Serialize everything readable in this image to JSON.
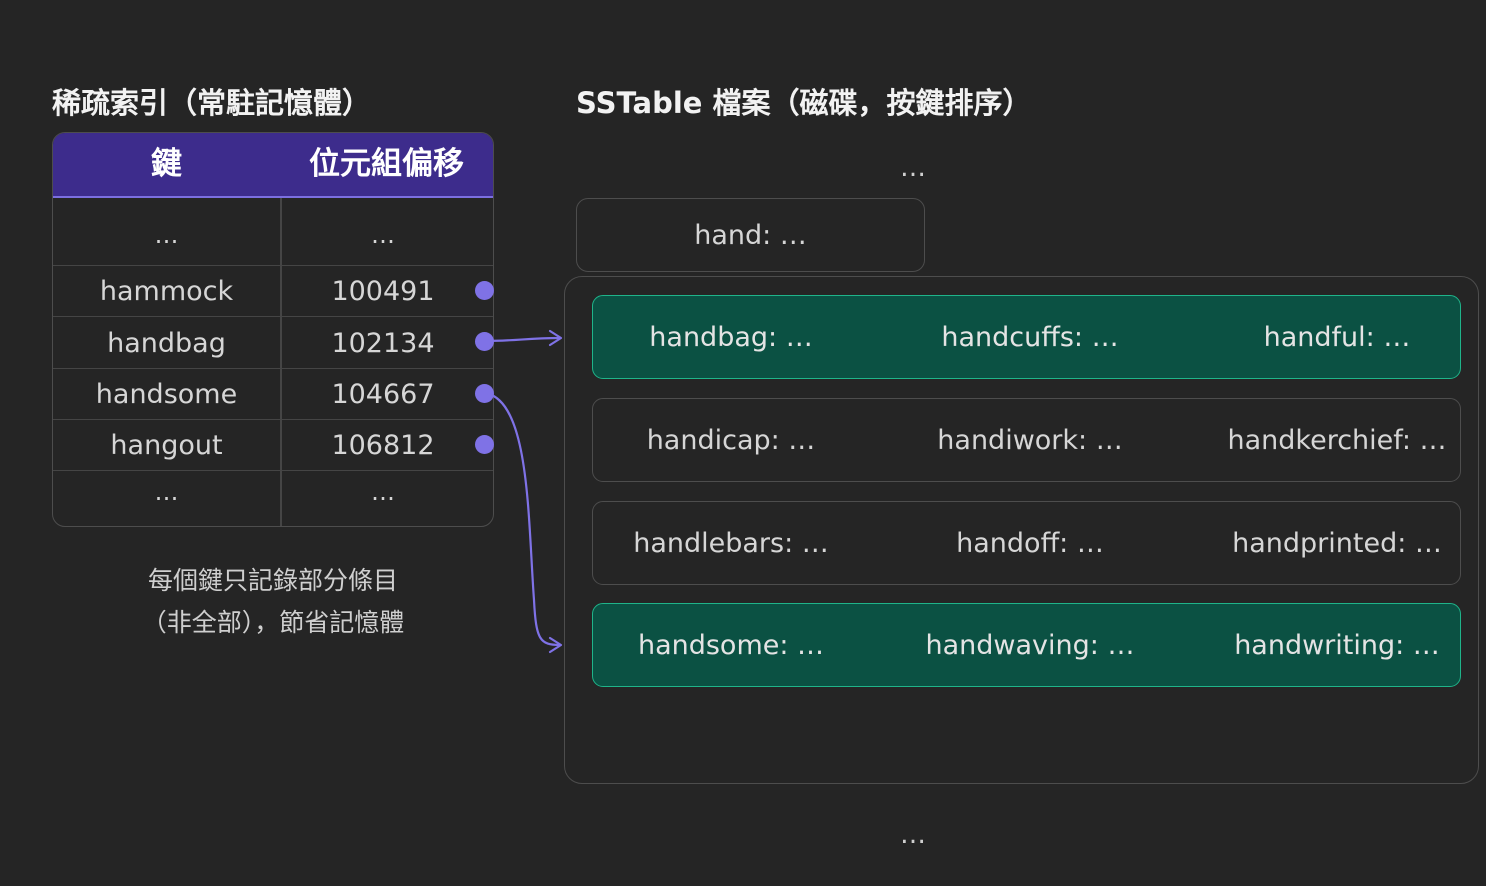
{
  "index": {
    "title": "稀疏索引（常駐記憶體）",
    "header_key": "鍵",
    "header_offset": "位元組偏移",
    "top_dots": {
      "key": "…",
      "offset": "…"
    },
    "rows": [
      {
        "key": "hammock",
        "offset": "100491"
      },
      {
        "key": "handbag",
        "offset": "102134"
      },
      {
        "key": "handsome",
        "offset": "104667"
      },
      {
        "key": "hangout",
        "offset": "106812"
      }
    ],
    "bottom_dots": {
      "key": "…",
      "offset": "…"
    },
    "caption_line1": "每個鍵只記錄部分條目",
    "caption_line2": "（非全部），節省記憶體"
  },
  "sstable": {
    "title": "SSTable 檔案（磁碟，按鍵排序）",
    "top_ellipsis": "…",
    "first_entry": "hand: …",
    "blocks": [
      {
        "highlighted": true,
        "entries": [
          "handbag: …",
          "handcuffs: …",
          "handful: …"
        ]
      },
      {
        "highlighted": false,
        "entries": [
          "handicap: …",
          "handiwork: …",
          "handkerchief: …"
        ]
      },
      {
        "highlighted": false,
        "entries": [
          "handlebars: …",
          "handoff: …",
          "handprinted: …"
        ]
      },
      {
        "highlighted": true,
        "entries": [
          "handsome: …",
          "handwaving: …",
          "handwriting: …"
        ]
      }
    ],
    "bottom_ellipsis": "…"
  },
  "colors": {
    "background": "#252525",
    "header_purple": "#3d2c8c",
    "accent_purple": "#7f72e6",
    "highlight_green": "#0b5143",
    "highlight_border": "#1fb48a"
  }
}
